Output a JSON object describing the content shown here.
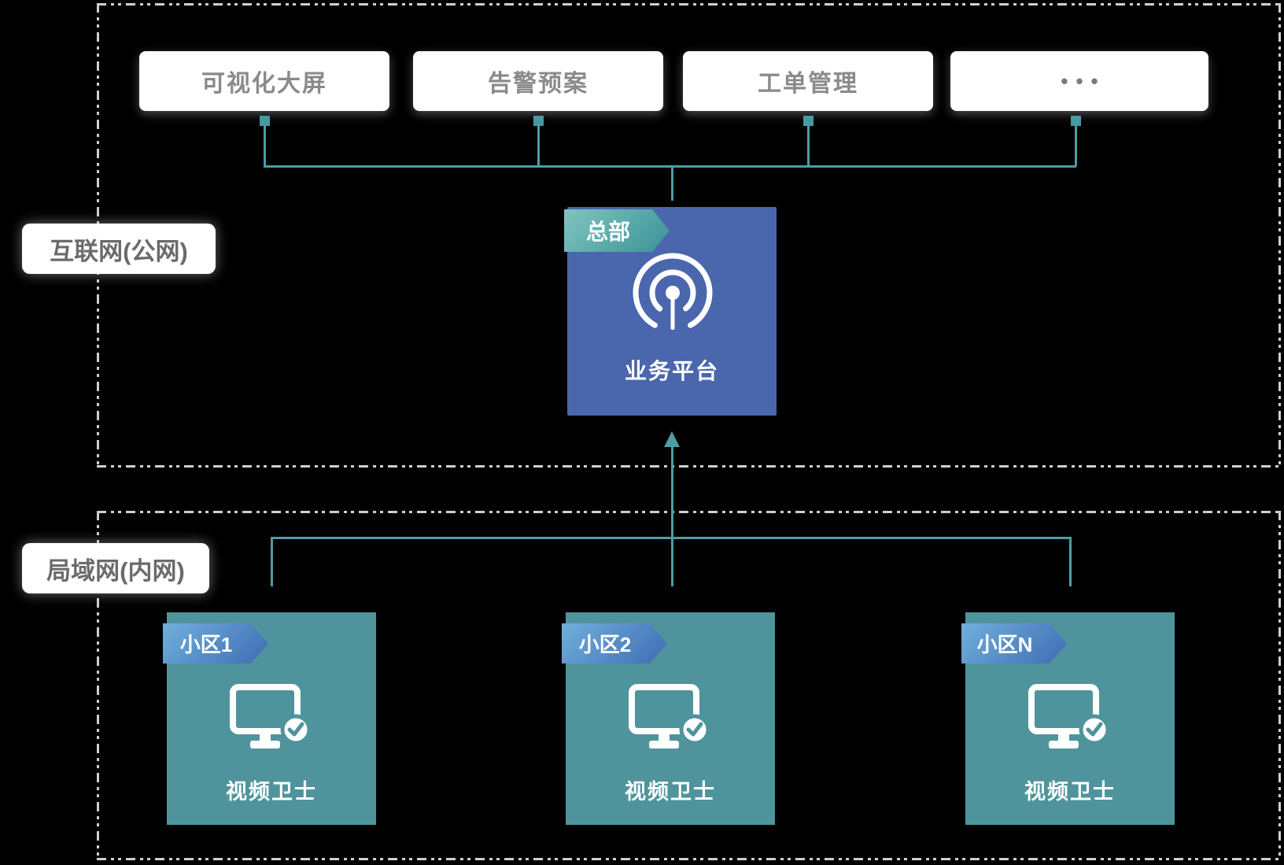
{
  "regions": {
    "public_network": {
      "label": "互联网(公网)"
    },
    "lan_network": {
      "label": "局域网(内网)"
    }
  },
  "platform_modules": [
    {
      "label": "可视化大屏"
    },
    {
      "label": "告警预案"
    },
    {
      "label": "工单管理"
    },
    {
      "label": "•••"
    }
  ],
  "headquarters_platform": {
    "tag": "总部",
    "label": "业务平台",
    "icon": "broadcast-icon"
  },
  "communities": [
    {
      "tag": "小区1",
      "label": "视频卫士",
      "icon": "monitor-check-icon"
    },
    {
      "tag": "小区2",
      "label": "视频卫士",
      "icon": "monitor-check-icon"
    },
    {
      "tag": "小区N",
      "label": "视频卫士",
      "icon": "monitor-check-icon"
    }
  ],
  "colors": {
    "background": "#000000",
    "dashed_border": "#cfcfcf",
    "connector_line": "#4f9ca4",
    "platform_box": "#4a66ad",
    "community_box": "#4f949c",
    "hq_tag_gradient": [
      "#7fc6bd",
      "#3b9199"
    ],
    "community_tag_gradient": [
      "#6fb0dc",
      "#3f6cb4"
    ],
    "module_text": "#8a8a8a",
    "region_label_text": "#6b6b6b"
  }
}
